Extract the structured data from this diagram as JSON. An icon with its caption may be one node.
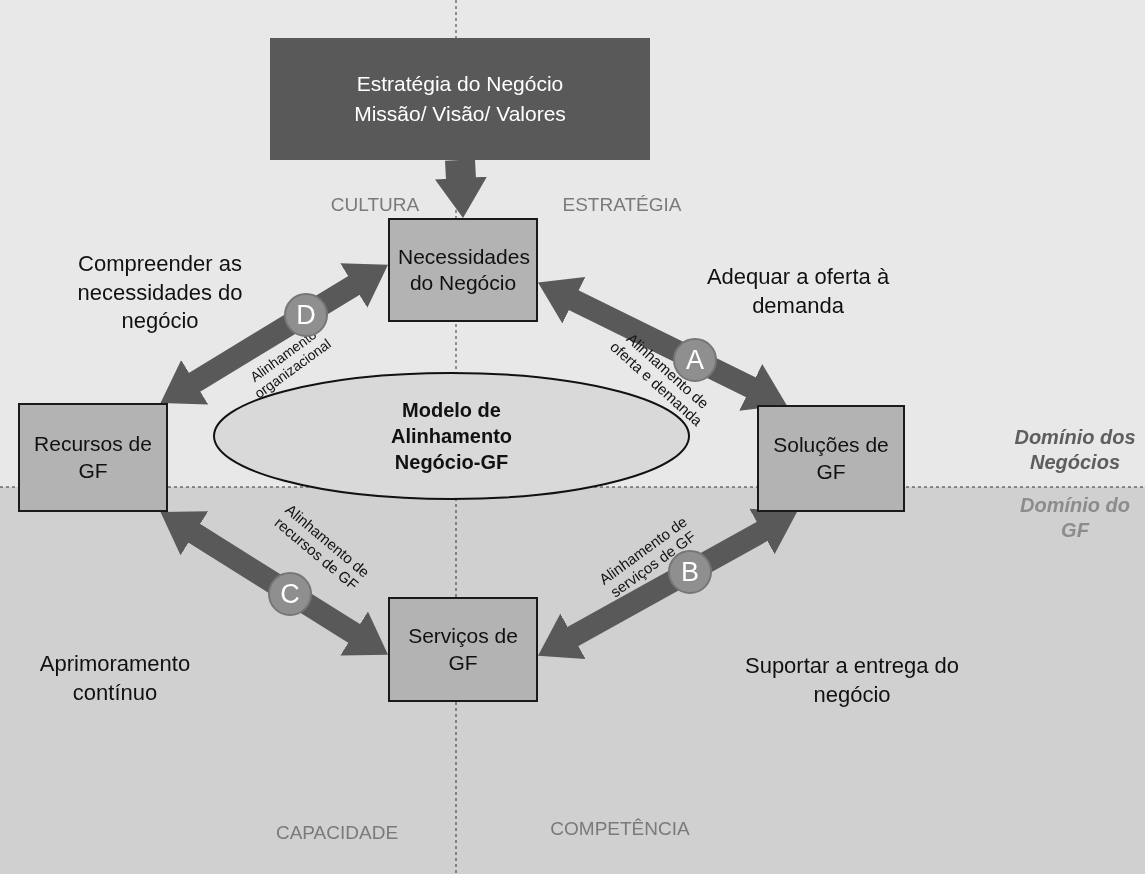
{
  "diagram": {
    "nodes": [
      {
        "text": [
          "Estratégia do Negócio Missão/ Visão/ Valores"
        ]
      },
      {
        "text": [
          "Necessidades do Negócio"
        ]
      },
      {
        "text": [
          "Modelo de Alinhamento Negócio-GF"
        ]
      },
      {
        "text": [
          "Recursos de GF"
        ]
      },
      {
        "text": [
          "Soluções de GF"
        ]
      },
      {
        "text": [
          "Serviços de GF"
        ]
      }
    ],
    "edges": [
      {
        "from": 0,
        "to": 1,
        "arrow": "to"
      },
      {
        "from": 1,
        "to": 3,
        "arrow": "both",
        "label": "Alinhamento organizacional"
      },
      {
        "from": 1,
        "to": 4,
        "arrow": "both",
        "label": "Alinhamento de oferta e demanda"
      },
      {
        "from": 3,
        "to": 5,
        "arrow": "both",
        "label": "Alinhamento de recursos de GF"
      },
      {
        "from": 4,
        "to": 5,
        "arrow": "both",
        "label": "Alinhamento de serviços de GF"
      }
    ],
    "labels": [
      "CULTURA",
      "ESTRATÉGIA",
      "Compreender as necessidades do negócio",
      "Adequar a oferta à demanda",
      "D",
      "A",
      "Domínio dos Negócios",
      "Domínio do GF",
      "C",
      "B",
      "Aprimoramento contínuo",
      "Suportar a entrega do negócio",
      "CAPACIDADE",
      "COMPETÊNCIA"
    ]
  }
}
